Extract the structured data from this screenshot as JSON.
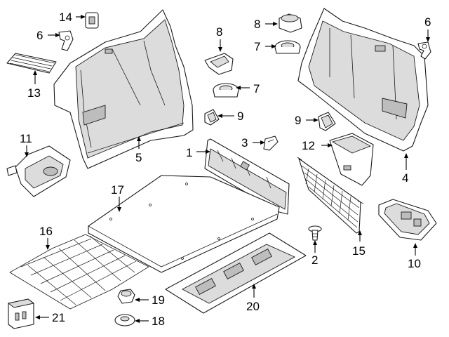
{
  "callouts": [
    {
      "id": "c1",
      "text": "1"
    },
    {
      "id": "c2",
      "text": "2"
    },
    {
      "id": "c3",
      "text": "3"
    },
    {
      "id": "c4",
      "text": "4"
    },
    {
      "id": "c5",
      "text": "5"
    },
    {
      "id": "c6a",
      "text": "6"
    },
    {
      "id": "c6b",
      "text": "6"
    },
    {
      "id": "c7a",
      "text": "7"
    },
    {
      "id": "c7b",
      "text": "7"
    },
    {
      "id": "c8a",
      "text": "8"
    },
    {
      "id": "c8b",
      "text": "8"
    },
    {
      "id": "c9a",
      "text": "9"
    },
    {
      "id": "c9b",
      "text": "9"
    },
    {
      "id": "c10",
      "text": "10"
    },
    {
      "id": "c11",
      "text": "11"
    },
    {
      "id": "c12",
      "text": "12"
    },
    {
      "id": "c13",
      "text": "13"
    },
    {
      "id": "c14",
      "text": "14"
    },
    {
      "id": "c15",
      "text": "15"
    },
    {
      "id": "c16",
      "text": "16"
    },
    {
      "id": "c17",
      "text": "17"
    },
    {
      "id": "c18",
      "text": "18"
    },
    {
      "id": "c19",
      "text": "19"
    },
    {
      "id": "c20",
      "text": "20"
    },
    {
      "id": "c21",
      "text": "21"
    }
  ]
}
